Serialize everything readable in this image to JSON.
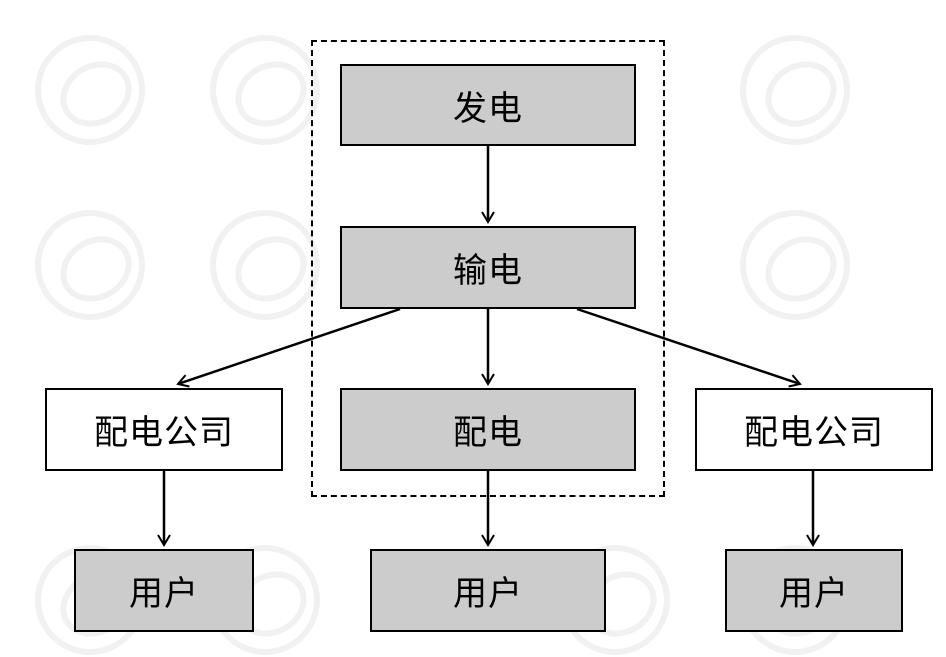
{
  "nodes": {
    "generation": "发电",
    "transmission": "输电",
    "distribution": "配电",
    "dist_company_left": "配电公司",
    "dist_company_right": "配电公司",
    "user_left": "用户",
    "user_center": "用户",
    "user_right": "用户"
  },
  "colors": {
    "grey_fill": "#cccccc",
    "white_fill": "#ffffff",
    "stroke": "#000000"
  }
}
